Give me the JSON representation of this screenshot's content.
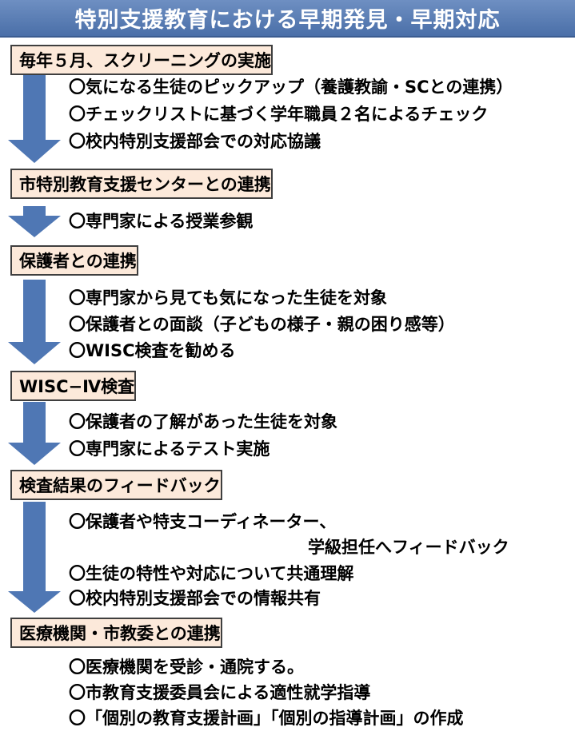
{
  "title": "特別支援教育における早期発見・早期対応",
  "colors": {
    "title_bar": "#4a6fa8",
    "step_box_fill": "#fce9da",
    "step_box_border": "#3f3f3f",
    "arrow": "#4f77b4"
  },
  "steps": [
    {
      "label": "毎年５月、スクリーニングの実施",
      "items": [
        "〇気になる生徒のピックアップ（養護教諭・SCとの連携）",
        "〇チェックリストに基づく学年職員２名によるチェック",
        "〇校内特別支援部会での対応協議"
      ]
    },
    {
      "label": "市特別教育支援センターとの連携",
      "items": [
        "〇専門家による授業参観"
      ]
    },
    {
      "label": "保護者との連携",
      "items": [
        "〇専門家から見ても気になった生徒を対象",
        "〇保護者との面談（子どもの様子・親の困り感等）",
        "〇WISC検査を勧める"
      ]
    },
    {
      "label": "WISC−Ⅳ検査",
      "items": [
        "〇保護者の了解があった生徒を対象",
        "〇専門家によるテスト実施"
      ]
    },
    {
      "label": "検査結果のフィードバック",
      "items": [
        "〇保護者や特支コーディネーター、",
        "学級担任へフィードバック",
        "〇生徒の特性や対応について共通理解",
        "〇校内特別支援部会での情報共有"
      ]
    },
    {
      "label": "医療機関・市教委との連携",
      "items": [
        "〇医療機関を受診・通院する。",
        "〇市教育支援委員会による適性就学指導",
        "〇「個別の教育支援計画」「個別の指導計画」の作成"
      ]
    }
  ]
}
